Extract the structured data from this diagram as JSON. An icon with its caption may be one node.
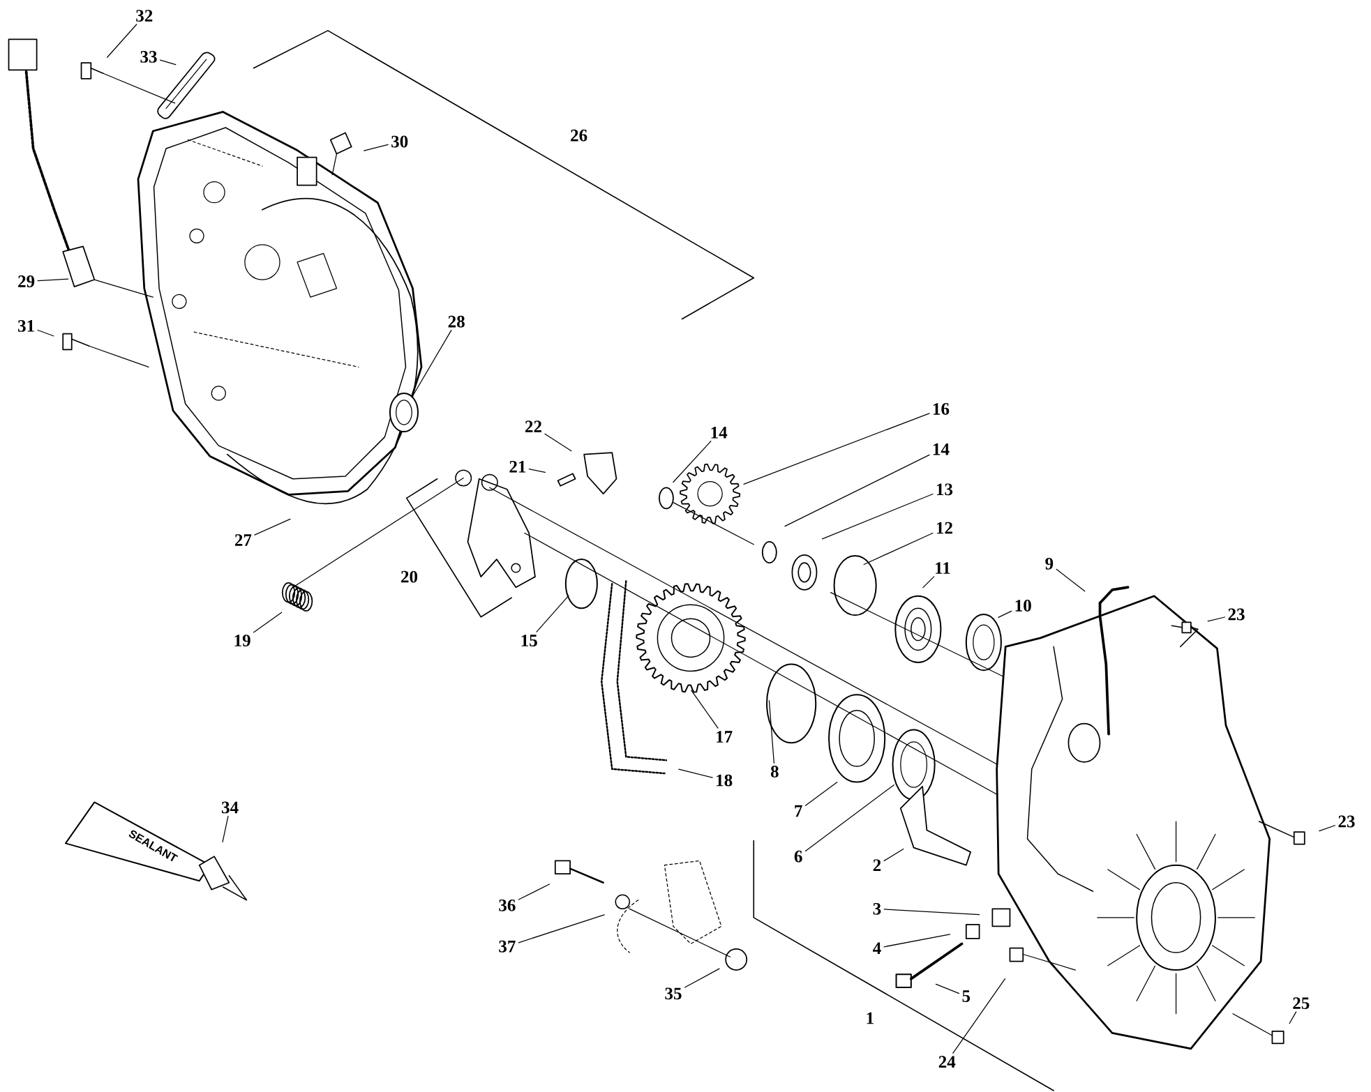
{
  "diagram": {
    "nodes": [
      {
        "text": [
          "32"
        ]
      },
      {
        "text": [
          "33"
        ]
      },
      {
        "text": [
          "30"
        ]
      },
      {
        "text": [
          "29"
        ]
      },
      {
        "text": [
          "31"
        ]
      },
      {
        "text": [
          "28"
        ]
      },
      {
        "text": [
          "22"
        ]
      },
      {
        "text": [
          "21"
        ]
      },
      {
        "text": [
          "14"
        ]
      },
      {
        "text": [
          "16"
        ]
      },
      {
        "text": [
          "14"
        ]
      },
      {
        "text": [
          "13"
        ]
      },
      {
        "text": [
          "12"
        ]
      },
      {
        "text": [
          "11"
        ]
      },
      {
        "text": [
          "9"
        ]
      },
      {
        "text": [
          "10"
        ]
      },
      {
        "text": [
          "23"
        ]
      },
      {
        "text": [
          "27"
        ]
      },
      {
        "text": [
          "19"
        ]
      },
      {
        "text": [
          "15"
        ]
      },
      {
        "text": [
          "17"
        ]
      },
      {
        "text": [
          "8"
        ]
      },
      {
        "text": [
          "18"
        ]
      },
      {
        "text": [
          "7"
        ]
      },
      {
        "text": [
          "6"
        ]
      },
      {
        "text": [
          "2"
        ]
      },
      {
        "text": [
          "23"
        ]
      },
      {
        "text": [
          "3"
        ]
      },
      {
        "text": [
          "4"
        ]
      },
      {
        "text": [
          "5"
        ]
      },
      {
        "text": [
          "24"
        ]
      },
      {
        "text": [
          "25"
        ]
      },
      {
        "text": [
          "34"
        ]
      },
      {
        "text": [
          "36"
        ]
      },
      {
        "text": [
          "37"
        ]
      },
      {
        "text": [
          "35"
        ]
      }
    ],
    "edges": [
      {
        "from": 0,
        "to": null,
        "arrow": "none"
      },
      {
        "from": 1,
        "to": null,
        "arrow": "none"
      },
      {
        "from": 2,
        "to": null,
        "arrow": "none"
      },
      {
        "from": 3,
        "to": null,
        "arrow": "none"
      },
      {
        "from": 4,
        "to": null,
        "arrow": "none"
      },
      {
        "from": 5,
        "to": null,
        "arrow": "none"
      },
      {
        "from": 6,
        "to": null,
        "arrow": "none"
      },
      {
        "from": 7,
        "to": null,
        "arrow": "none"
      },
      {
        "from": 8,
        "to": null,
        "arrow": "none"
      },
      {
        "from": 9,
        "to": null,
        "arrow": "none"
      },
      {
        "from": 10,
        "to": null,
        "arrow": "none"
      },
      {
        "from": 11,
        "to": null,
        "arrow": "none"
      },
      {
        "from": 12,
        "to": null,
        "arrow": "none"
      },
      {
        "from": 13,
        "to": null,
        "arrow": "none"
      },
      {
        "from": 14,
        "to": null,
        "arrow": "none"
      },
      {
        "from": 15,
        "to": null,
        "arrow": "none"
      },
      {
        "from": 16,
        "to": null,
        "arrow": "none"
      },
      {
        "from": 17,
        "to": null,
        "arrow": "none"
      },
      {
        "from": 18,
        "to": null,
        "arrow": "none"
      },
      {
        "from": 19,
        "to": null,
        "arrow": "none"
      },
      {
        "from": 20,
        "to": null,
        "arrow": "none"
      },
      {
        "from": 21,
        "to": null,
        "arrow": "none"
      },
      {
        "from": 22,
        "to": null,
        "arrow": "none"
      },
      {
        "from": 23,
        "to": null,
        "arrow": "none"
      },
      {
        "from": 24,
        "to": null,
        "arrow": "none"
      },
      {
        "from": 25,
        "to": null,
        "arrow": "none"
      },
      {
        "from": 26,
        "to": null,
        "arrow": "none"
      },
      {
        "from": 27,
        "to": null,
        "arrow": "none"
      },
      {
        "from": 28,
        "to": null,
        "arrow": "none"
      },
      {
        "from": 29,
        "to": null,
        "arrow": "none"
      },
      {
        "from": 30,
        "to": null,
        "arrow": "none"
      },
      {
        "from": 31,
        "to": null,
        "arrow": "none"
      },
      {
        "from": 32,
        "to": null,
        "arrow": "none"
      },
      {
        "from": 33,
        "to": null,
        "arrow": "none"
      },
      {
        "from": 34,
        "to": null,
        "arrow": "none"
      },
      {
        "from": 35,
        "to": null,
        "arrow": "none"
      }
    ],
    "labels": [
      "26",
      "20",
      "1",
      "SEALANT"
    ]
  }
}
